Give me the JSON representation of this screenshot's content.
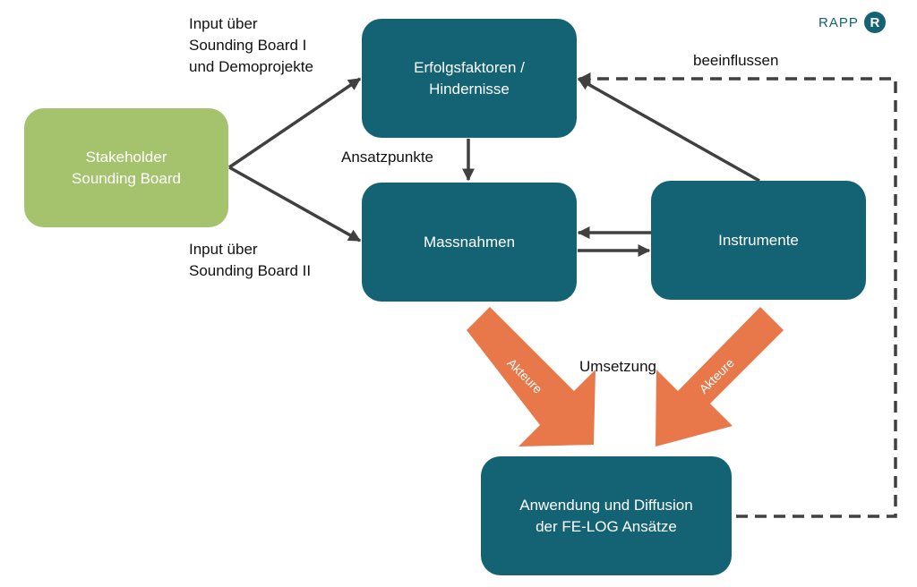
{
  "logo": {
    "text": "RAPP",
    "mark": "R"
  },
  "nodes": {
    "stakeholder": "Stakeholder\nSounding Board",
    "erfolgsfaktoren": "Erfolgsfaktoren /\nHindernisse",
    "massnahmen": "Massnahmen",
    "instrumente": "Instrumente",
    "anwendung": "Anwendung und Diffusion\nder FE-LOG Ansätze"
  },
  "labels": {
    "input_top": "Input über\nSounding Board I\nund Demoprojekte",
    "input_bottom": "Input über\nSounding Board II",
    "ansatzpunkte": "Ansatzpunkte",
    "beeinflussen": "beeinflussen",
    "umsetzung": "Umsetzung",
    "akteure_left": "Akteure",
    "akteure_right": "Akteure"
  },
  "colors": {
    "node_teal": "#136375",
    "node_green": "#a5c36d",
    "connector": "#404040",
    "block_arrow": "#e8784a"
  }
}
